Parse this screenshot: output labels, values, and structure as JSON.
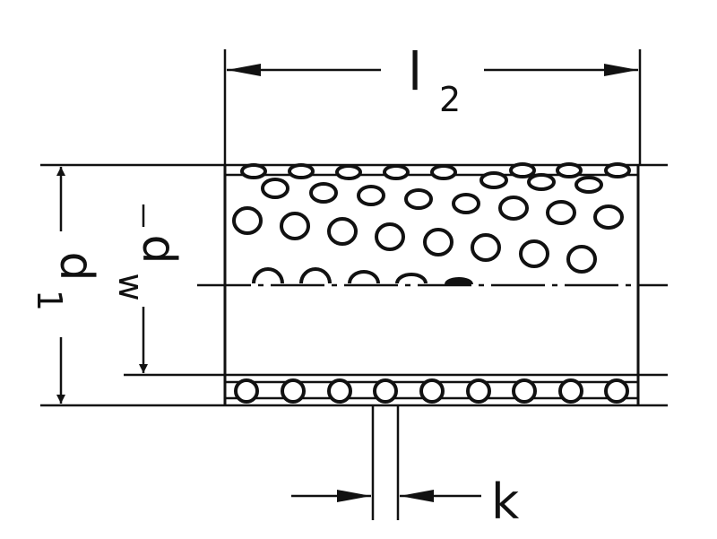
{
  "labels": {
    "l2": {
      "main": "l",
      "sub": "2"
    },
    "d1": {
      "main": "d",
      "sub": "1"
    },
    "dw": {
      "main": "d",
      "sub": "w"
    },
    "k": "k"
  },
  "colors": {
    "ink": "#111111",
    "background": "#ffffff"
  }
}
